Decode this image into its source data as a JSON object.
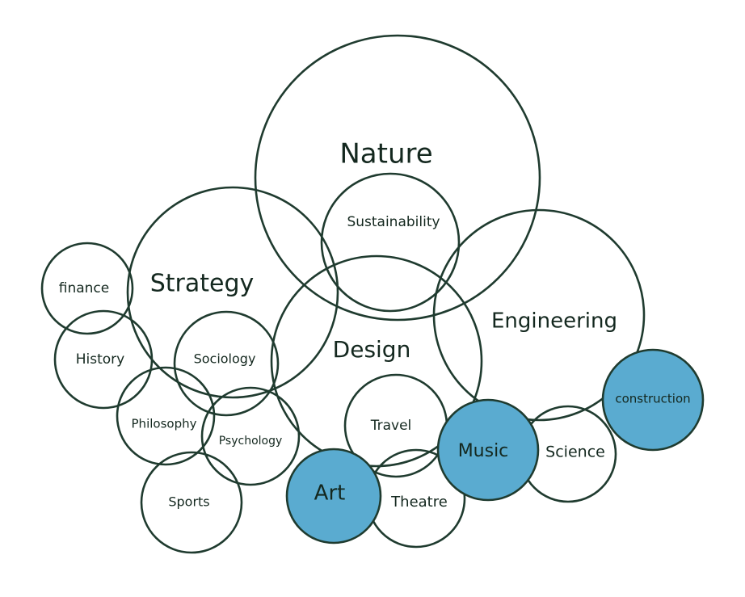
{
  "diagram": {
    "nodes": [
      {
        "id": "nature",
        "label": "Nature",
        "filled": false
      },
      {
        "id": "sustainability",
        "label": "Sustainability",
        "filled": false
      },
      {
        "id": "strategy",
        "label": "Strategy",
        "filled": false
      },
      {
        "id": "design",
        "label": "Design",
        "filled": false
      },
      {
        "id": "engineering",
        "label": "Engineering",
        "filled": false
      },
      {
        "id": "finance",
        "label": "finance",
        "filled": false
      },
      {
        "id": "history",
        "label": "History",
        "filled": false
      },
      {
        "id": "sociology",
        "label": "Sociology",
        "filled": false
      },
      {
        "id": "philosophy",
        "label": "Philosophy",
        "filled": false
      },
      {
        "id": "psychology",
        "label": "Psychology",
        "filled": false
      },
      {
        "id": "sports",
        "label": "Sports",
        "filled": false
      },
      {
        "id": "travel",
        "label": "Travel",
        "filled": false
      },
      {
        "id": "art",
        "label": "Art",
        "filled": true
      },
      {
        "id": "theatre",
        "label": "Theatre",
        "filled": false
      },
      {
        "id": "music",
        "label": "Music",
        "filled": true
      },
      {
        "id": "science",
        "label": "Science",
        "filled": false
      },
      {
        "id": "construction",
        "label": "construction",
        "filled": true
      }
    ],
    "colors": {
      "stroke": "#1f3b2f",
      "highlight_fill": "#5aabd0",
      "text": "#14281f",
      "background": "#ffffff"
    }
  }
}
